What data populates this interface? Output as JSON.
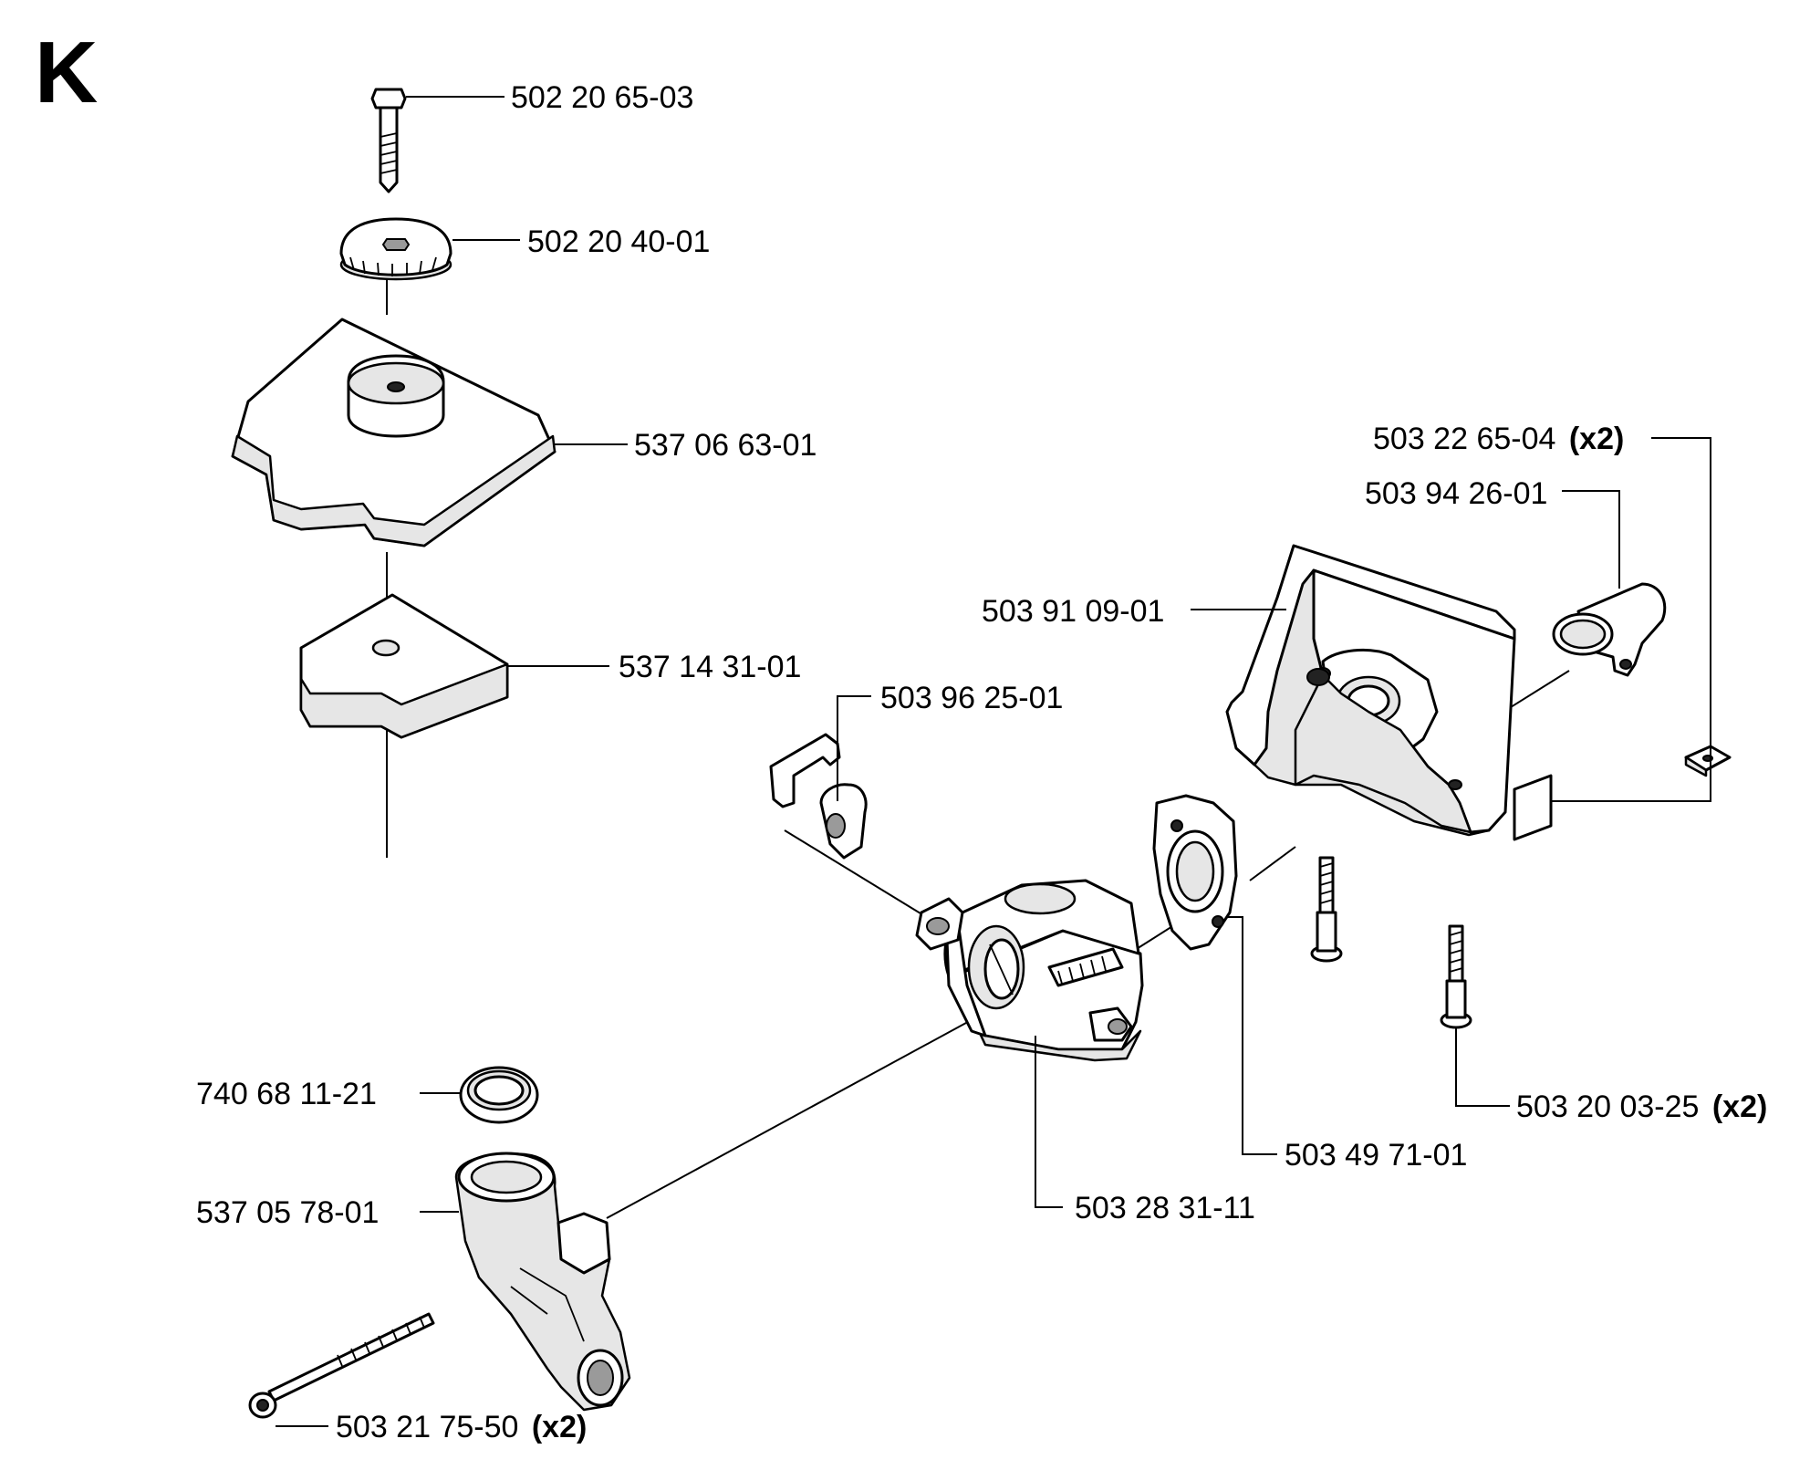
{
  "section_letter": "K",
  "parts": [
    {
      "id": "p1",
      "number": "502 20 65-03",
      "qty": ""
    },
    {
      "id": "p2",
      "number": "502 20 40-01",
      "qty": ""
    },
    {
      "id": "p3",
      "number": "537 06 63-01",
      "qty": ""
    },
    {
      "id": "p4",
      "number": "537 14 31-01",
      "qty": ""
    },
    {
      "id": "p5",
      "number": "503 96 25-01",
      "qty": ""
    },
    {
      "id": "p6",
      "number": "503 22 65-04",
      "qty": "(x2)"
    },
    {
      "id": "p7",
      "number": "503 94 26-01",
      "qty": ""
    },
    {
      "id": "p8",
      "number": "503 91 09-01",
      "qty": ""
    },
    {
      "id": "p9",
      "number": "740 68 11-21",
      "qty": ""
    },
    {
      "id": "p10",
      "number": "537 05 78-01",
      "qty": ""
    },
    {
      "id": "p11",
      "number": "503 28 31-11",
      "qty": ""
    },
    {
      "id": "p12",
      "number": "503 49 71-01",
      "qty": ""
    },
    {
      "id": "p13",
      "number": "503 20 03-25",
      "qty": "(x2)"
    },
    {
      "id": "p14",
      "number": "503 21 75-50",
      "qty": "(x2)"
    }
  ]
}
